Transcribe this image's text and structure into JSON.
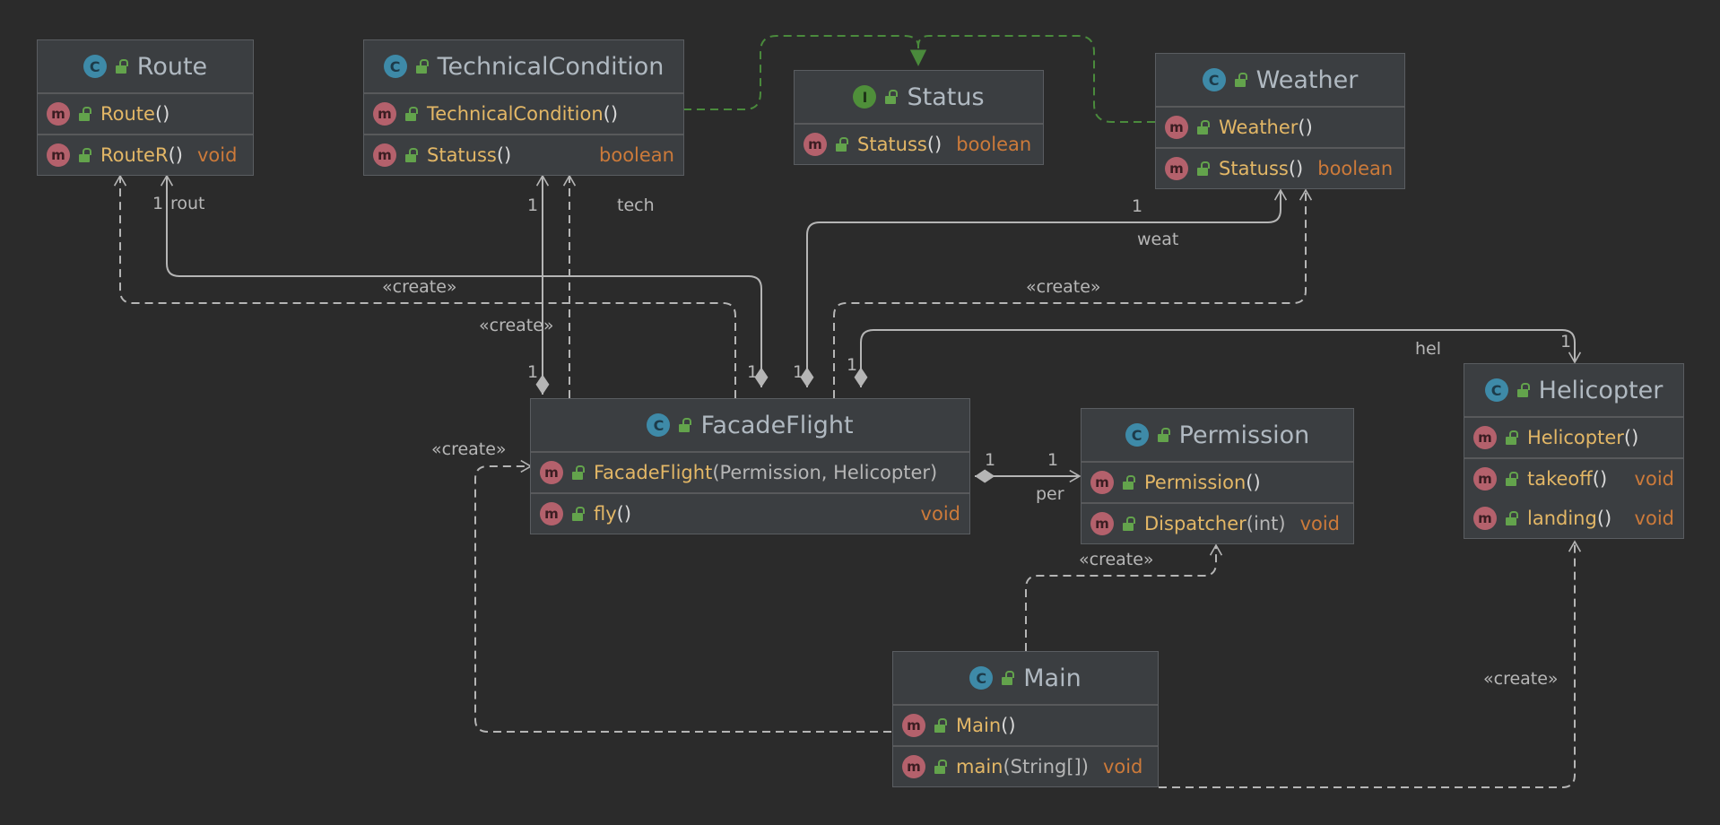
{
  "classes": {
    "route": {
      "name": "Route",
      "kind": "class",
      "methods": [
        {
          "name": "Route",
          "sig": "()",
          "params": "",
          "ret": ""
        },
        {
          "name": "RouteR",
          "sig": "()",
          "params": "",
          "ret": "void"
        }
      ]
    },
    "technical_condition": {
      "name": "TechnicalCondition",
      "kind": "class",
      "methods": [
        {
          "name": "TechnicalCondition",
          "sig": "()",
          "params": "",
          "ret": ""
        },
        {
          "name": "Statuss",
          "sig": "()",
          "params": "",
          "ret": "boolean"
        }
      ]
    },
    "status": {
      "name": "Status",
      "kind": "interface",
      "methods": [
        {
          "name": "Statuss",
          "sig": "()",
          "params": "",
          "ret": "boolean"
        }
      ]
    },
    "weather": {
      "name": "Weather",
      "kind": "class",
      "methods": [
        {
          "name": "Weather",
          "sig": "()",
          "params": "",
          "ret": ""
        },
        {
          "name": "Statuss",
          "sig": "()",
          "params": "",
          "ret": "boolean"
        }
      ]
    },
    "facade_flight": {
      "name": "FacadeFlight",
      "kind": "class",
      "methods": [
        {
          "name": "FacadeFlight",
          "sig": "(Permission, Helicopter)",
          "params": "Permission, Helicopter",
          "ret": ""
        },
        {
          "name": "fly",
          "sig": "()",
          "params": "",
          "ret": "void"
        }
      ]
    },
    "permission": {
      "name": "Permission",
      "kind": "class",
      "methods": [
        {
          "name": "Permission",
          "sig": "()",
          "params": "",
          "ret": ""
        },
        {
          "name": "Dispatcher",
          "sig": "(int)",
          "params": "int",
          "ret": "void"
        }
      ]
    },
    "helicopter": {
      "name": "Helicopter",
      "kind": "class",
      "methods": [
        {
          "name": "Helicopter",
          "sig": "()",
          "params": "",
          "ret": ""
        },
        {
          "name": "takeoff",
          "sig": "()",
          "params": "",
          "ret": "void"
        },
        {
          "name": "landing",
          "sig": "()",
          "params": "",
          "ret": "void"
        }
      ]
    },
    "main": {
      "name": "Main",
      "kind": "class",
      "methods": [
        {
          "name": "Main",
          "sig": "()",
          "params": "",
          "ret": ""
        },
        {
          "name": "main",
          "sig": "(String[])",
          "params": "String[]",
          "ret": "void"
        }
      ]
    }
  },
  "labels": {
    "one": "1",
    "rout": "rout",
    "tech": "tech",
    "weat": "weat",
    "hel": "hel",
    "per": "per",
    "create": "«create»"
  },
  "icons": {
    "class_badge": "C",
    "interface_badge": "I",
    "method_badge": "m"
  },
  "colors": {
    "background": "#2b2b2b",
    "edge": "#b5b5b5",
    "realization": "#4a8a3c",
    "method": "#e3b766",
    "return_type": "#cc7a3a"
  }
}
